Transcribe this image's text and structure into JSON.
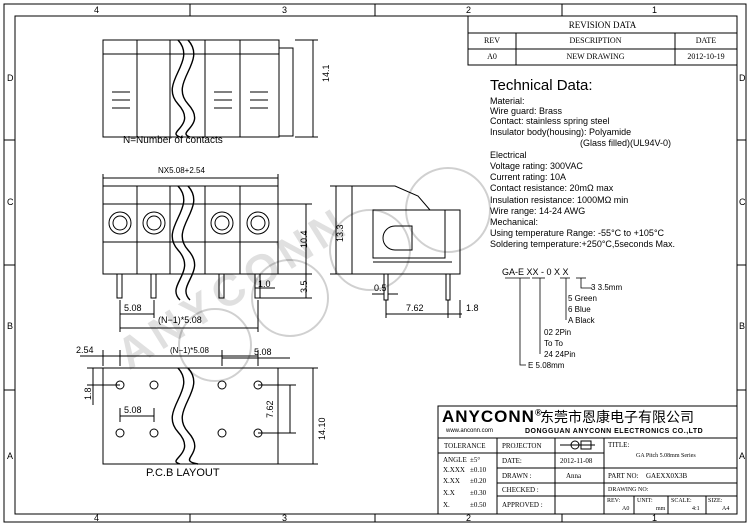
{
  "border": {
    "cols_top": [
      "4",
      "3",
      "2",
      "1"
    ],
    "rows_left": [
      "D",
      "C",
      "B",
      "A"
    ]
  },
  "revision": {
    "title": "REVISION DATA",
    "headers": [
      "REV",
      "DESCRIPTION",
      "DATE"
    ],
    "row": [
      "A0",
      "NEW DRAWING",
      "2012-10-19"
    ]
  },
  "technical": {
    "heading": "Technical Data:",
    "lines": [
      "Material:",
      "Wire guard: Brass",
      "Contact: stainless spring steel",
      "Insulator body(housing): Polyamide",
      "(Glass filled)(UL94V-0)",
      "Electrical",
      "Voltage rating: 300VAC",
      "Current rating: 10A",
      "Contact resistance: 20mΩ  max",
      "Insulation resistance: 1000MΩ min",
      "Wire range: 14-24 AWG",
      "Mechanical:",
      "Using temperature Range: -55°C to +105°C",
      "Soldering temperature:+250°C,5seconds Max."
    ]
  },
  "part_code": {
    "code": "GA-E  XX - 0  X   X",
    "color_entries": [
      "3  3.5mm",
      "5  Green",
      "6  Blue",
      "A  Black"
    ],
    "pin_entries": [
      "02    2Pin",
      "To     To",
      "24    24Pin"
    ],
    "pitch_entry": "E  5.08mm"
  },
  "top_view": {
    "label": "N=Number of contacts",
    "dim_height": "14.1"
  },
  "front_view": {
    "dim_width": "NX5.08+2.54",
    "dim_height": "10.4",
    "dim_pin": "3.5",
    "dim_pin_w": "1.0",
    "dim_pitch": "5.08",
    "dim_span": "(N−1)*5.08"
  },
  "side_view": {
    "dim_height": "13.3",
    "dim_pin": "0.5",
    "dim_row": "7.62",
    "dim_offset": "1.8"
  },
  "pcb": {
    "dim_left": "2.54",
    "dim_span": "(N−1)*5.08",
    "dim_pitch_top": "5.08",
    "dim_side": "1.8",
    "dim_pitch_inner": "5.08",
    "dim_rows": "7.62",
    "dim_total": "14.10",
    "label": "P.C.B  LAYOUT"
  },
  "watermark": "ANYCONN",
  "company": {
    "brand": "ANYCONN",
    "registered": "®",
    "chinese_name": "东莞市恩康电子有限公司",
    "website": "www.anconn.com",
    "english_name": "DONGGUAN  ANYCONN  ELECTRONICS CO.,LTD"
  },
  "title_block": {
    "tolerance": "TOLERANCE",
    "angle_label": "ANGLE",
    "angle_val": "±5°",
    "xxxx_label": "X.XXX",
    "xxxx_val": "±0.10",
    "xxx_label": "X.XX",
    "xxx_val": "±0.20",
    "xx_label": "X.X",
    "xx_val": "±0.30",
    "x_label": "X.",
    "x_val": "±0.50",
    "projection": "PROJECTON",
    "date_label": "DATE:",
    "date_val": "2012-11-08",
    "drawn_label": "DRAWN :",
    "drawn_val": "Anna",
    "checked_label": "CHECKED :",
    "approved_label": "APPROVED :",
    "title_label": "TITLE:",
    "title_val": "GA Pitch 5.08mm Series",
    "partno_label": "PART NO:",
    "partno_val": "GAEXX0X3B",
    "drawing_label": "DRAWING NO:",
    "rev_label": "REV:",
    "rev_val": "A0",
    "unit_label": "UNIT:",
    "unit_val": "mm",
    "scale_label": "SCALE:",
    "scale_val": "4:1",
    "size_label": "SIZE:",
    "size_val": "A4"
  }
}
